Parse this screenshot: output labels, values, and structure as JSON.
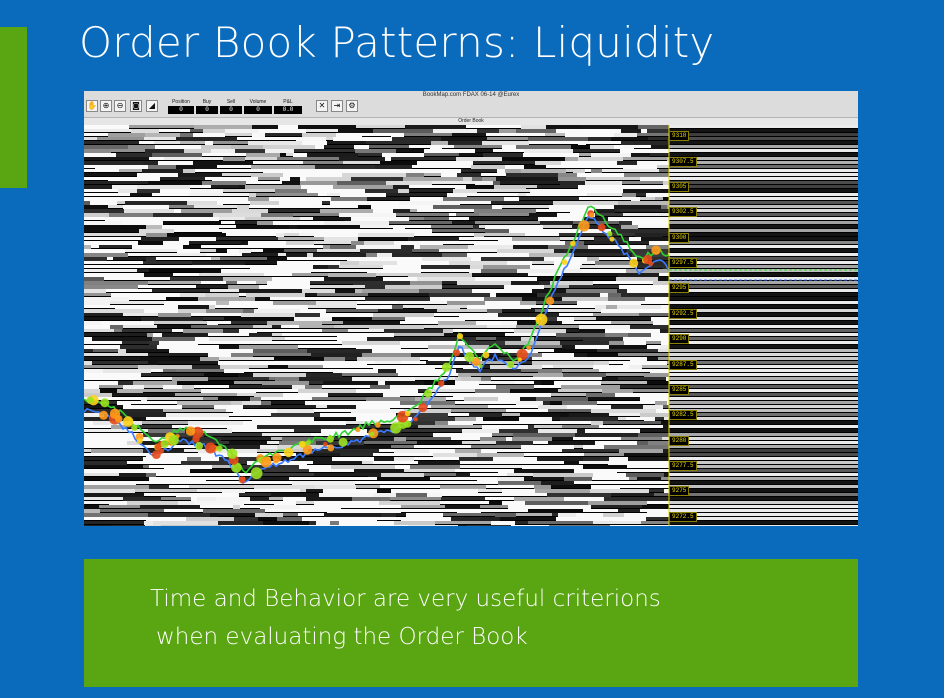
{
  "slide": {
    "title": "Order Book Patterns: Liquidity",
    "message_line1": "Time and Behavior are very useful  criterions",
    "message_line2": "when evaluating  the Order Book"
  },
  "app": {
    "window_title": "BookMap.com   FDAX 06-14 @Eurex",
    "panel_label": "Order Book",
    "tools": [
      {
        "icon": "hand-icon",
        "glyph": "✋"
      },
      {
        "icon": "zoom-in-icon",
        "glyph": "⊕"
      },
      {
        "icon": "zoom-out-icon",
        "glyph": "⊖"
      },
      {
        "icon": "camera-icon",
        "glyph": "◙"
      },
      {
        "icon": "signal-icon",
        "glyph": "◢"
      }
    ],
    "stats": [
      {
        "label": "Position",
        "value": "0"
      },
      {
        "label": "Buy",
        "value": "0"
      },
      {
        "label": "Sell",
        "value": "0"
      },
      {
        "label": "Volume",
        "value": "0"
      },
      {
        "label": "P&L",
        "value": "0.0"
      }
    ],
    "actions": [
      {
        "icon": "close-icon",
        "glyph": "✕"
      },
      {
        "icon": "export-icon",
        "glyph": "⇥"
      },
      {
        "icon": "settings-gear-icon",
        "glyph": "⚙"
      }
    ],
    "price_labels": [
      "9310",
      "9307.5",
      "9305",
      "9302.5",
      "9300",
      "9297.5",
      "9295",
      "9292.5",
      "9290",
      "9287.5",
      "9285",
      "9282.5",
      "9280",
      "9277.5",
      "9275",
      "9272.5"
    ],
    "price_axis_range": [
      9271.5,
      9311
    ],
    "colors": {
      "price_label_text": "#e8d900",
      "cursor_line": "#e8d900",
      "bid_line": "#3a7bff",
      "ask_line": "#2fd12f",
      "slide_background": "#0a6bbd",
      "accent_green": "#5aa512"
    }
  }
}
